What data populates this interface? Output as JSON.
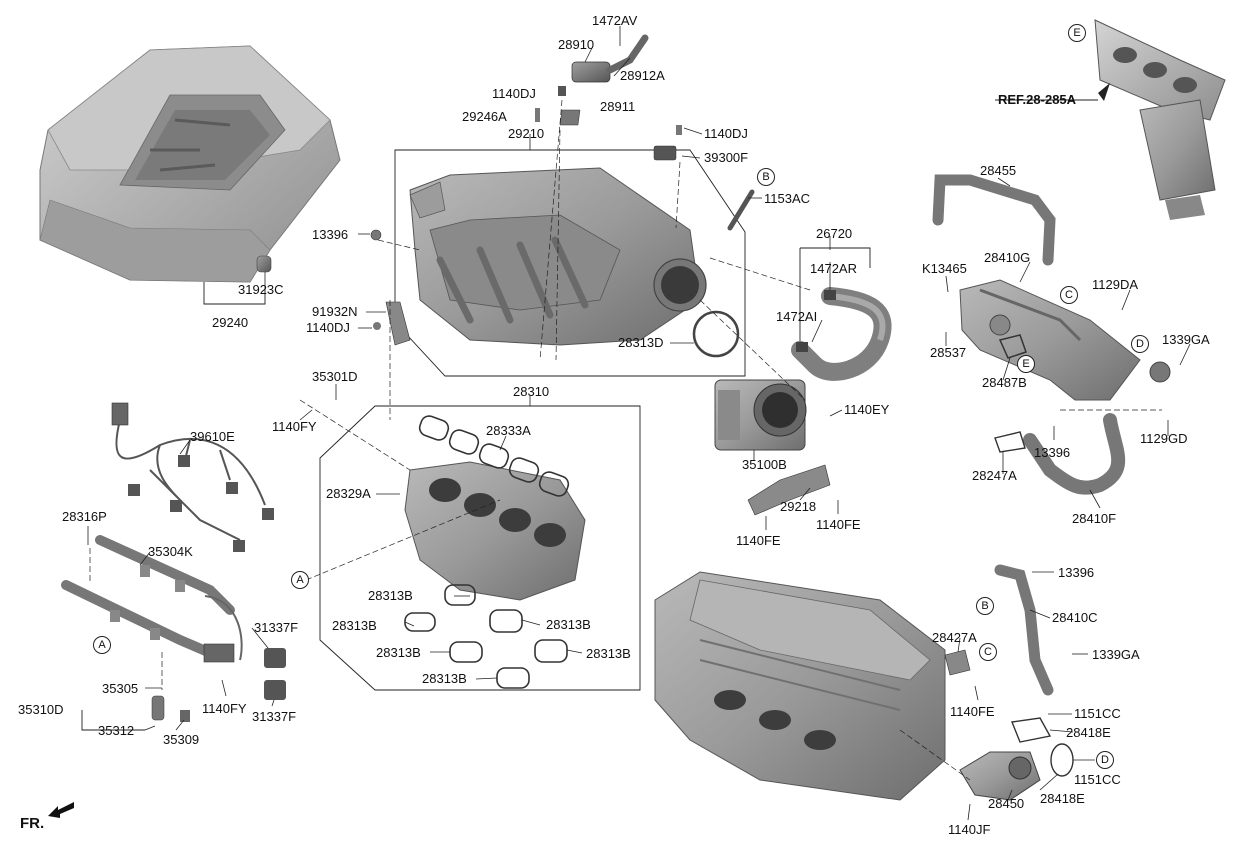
{
  "diagram": {
    "labels": {
      "p1472AV": "1472AV",
      "p28910": "28910",
      "p28912A": "28912A",
      "p1140DJ_top": "1140DJ",
      "p28911": "28911",
      "p29246A": "29246A",
      "p29210": "29210",
      "p1140DJ_r": "1140DJ",
      "p39300F": "39300F",
      "p1153AC": "1153AC",
      "p13396_l": "13396",
      "p31923C": "31923C",
      "p29240": "29240",
      "p91932N": "91932N",
      "p1140DJ_l": "1140DJ",
      "p26720": "26720",
      "p1472AR": "1472AR",
      "p1472AI": "1472AI",
      "p28313D": "28313D",
      "p35301D": "35301D",
      "p1140FY_l": "1140FY",
      "p28310": "28310",
      "p28333A": "28333A",
      "p1140EY": "1140EY",
      "p35100B": "35100B",
      "p29218": "29218",
      "p1140FE_a": "1140FE",
      "p1140FE_b": "1140FE",
      "p39610E": "39610E",
      "p28329A": "28329A",
      "p28316P": "28316P",
      "p35304K": "35304K",
      "p28313B_1": "28313B",
      "p28313B_2": "28313B",
      "p28313B_3": "28313B",
      "p28313B_4": "28313B",
      "p28313B_5": "28313B",
      "p28313B_6": "28313B",
      "p31337F_a": "31337F",
      "p31337F_b": "31337F",
      "p35305": "35305",
      "p35310D": "35310D",
      "p35312": "35312",
      "p35309": "35309",
      "p1140FY_b": "1140FY",
      "pREF": "REF.28-285A",
      "p28455": "28455",
      "pK13465": "K13465",
      "p28410G": "28410G",
      "p1129DA": "1129DA",
      "p28537": "28537",
      "p28487B": "28487B",
      "p1339GA_a": "1339GA",
      "p1129GD": "1129GD",
      "p13396_r": "13396",
      "p28247A": "28247A",
      "p28410F": "28410F",
      "p13396_b": "13396",
      "p28410C": "28410C",
      "p28427A": "28427A",
      "p1339GA_b": "1339GA",
      "p1140FE_c": "1140FE",
      "p1151CC_a": "1151CC",
      "p28418E_a": "28418E",
      "p1151CC_b": "1151CC",
      "p28418E_b": "28418E",
      "p28450": "28450",
      "p1140JF": "1140JF",
      "pFR": "FR."
    },
    "callouts": {
      "A": "A",
      "B": "B",
      "C": "C",
      "D": "D",
      "E": "E"
    }
  }
}
